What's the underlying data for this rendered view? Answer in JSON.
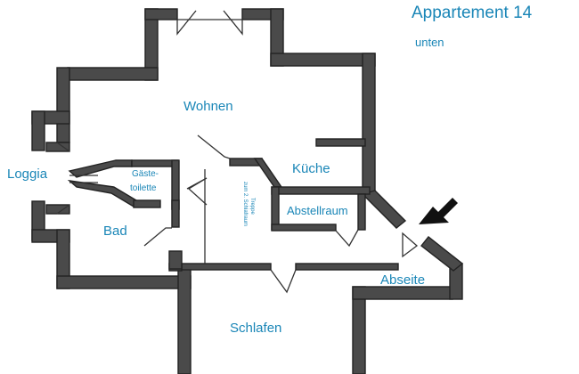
{
  "header": {
    "title": "Appartement 14",
    "subtitle": "unten"
  },
  "rooms": {
    "wohnen": "Wohnen",
    "kueche": "Küche",
    "loggia": "Loggia",
    "gaestetoilette_line1": "Gäste-",
    "gaestetoilette_line2": "toilette",
    "bad": "Bad",
    "abstellraum": "Abstellraum",
    "abseite": "Abseite",
    "schlafen": "Schlafen"
  },
  "stair_note": {
    "line1": "Treppe",
    "line2": "zum 2. Schlafraum"
  },
  "colors": {
    "label": "#1a86b7",
    "wall": "#4a4a4a",
    "arrow": "#111111"
  },
  "icons": {
    "entrance_marker": "arrow-down-left-icon"
  }
}
